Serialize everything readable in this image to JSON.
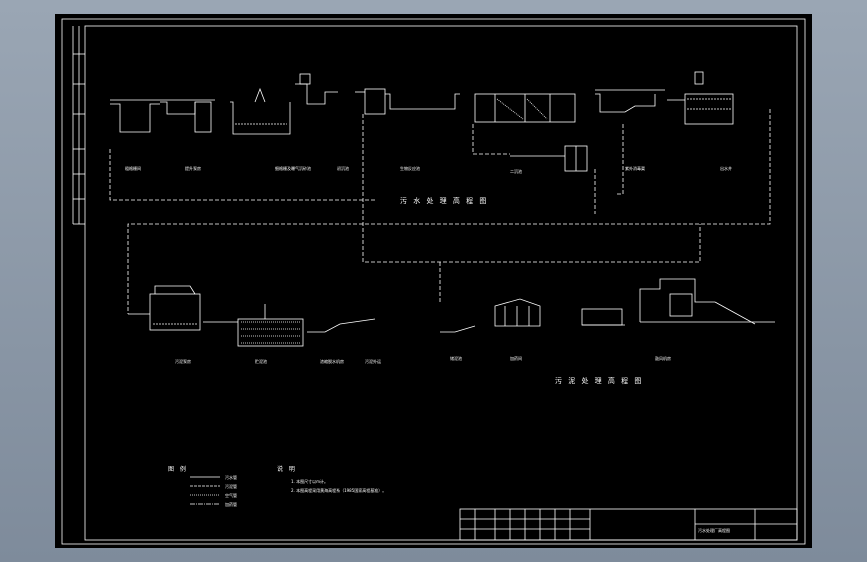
{
  "drawing": {
    "sewage_title": "污 水 处 理 高 程 图",
    "sludge_title": "污 泥 处 理 高 程 图",
    "legend_title": "图 例",
    "legend_items": [
      "污水管",
      "污泥管",
      "空气管",
      "加药管"
    ],
    "notes_title": "说 明",
    "notes": [
      "1. 本图尺寸以m计。",
      "2. 本图高程采用黄海高程系（1985国家高程基准）。"
    ],
    "sewage_units": [
      "粗格栅间",
      "提升泵房",
      "细格栅及曝气沉砂池",
      "初沉池",
      "生物反应池",
      "二沉池",
      "紫外消毒渠",
      "出水井"
    ],
    "sludge_units": [
      "污泥泵房",
      "贮泥池",
      "浓缩脱水机房",
      "污泥外运",
      "储泥池",
      "加药间",
      "鼓风机房"
    ],
    "titleblock_name": "污水处理厂高程图"
  },
  "colors": {
    "line": "#ffffff",
    "frame": "#ffffff",
    "background": "#000000"
  }
}
